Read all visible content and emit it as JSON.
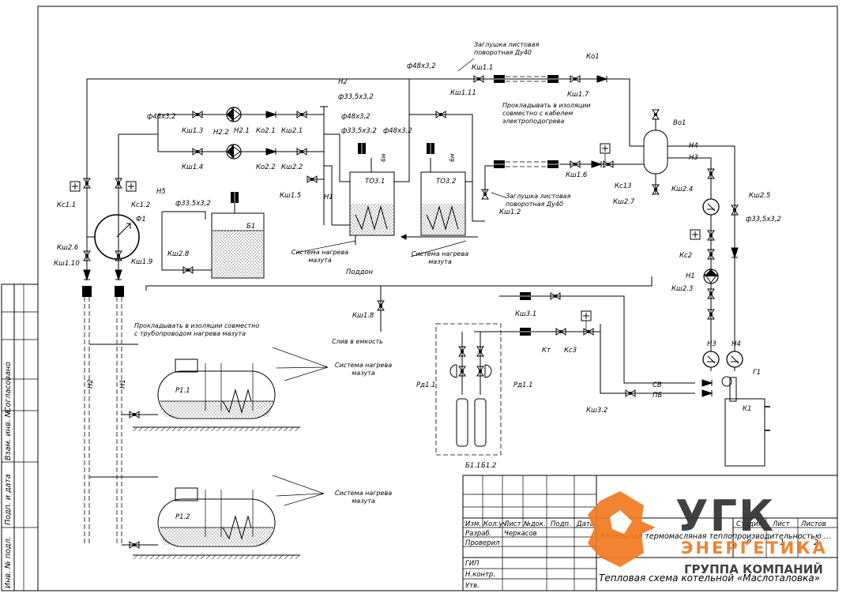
{
  "stamp": {
    "side_labels": [
      "Согласовано",
      "Взам. инв. №",
      "Подп. и дата",
      "Инв. № подл."
    ],
    "rev_headers": [
      "Изм.",
      "Кол.уч.",
      "Лист",
      "№док.",
      "Подп.",
      "Дата"
    ],
    "roles": [
      "Разраб.",
      "Проверил",
      "",
      "ГИП",
      "Н.контр.",
      "Утв."
    ],
    "developer": "Черкасов",
    "object_title": "Котельная термомасляная теплопроизводительностью …",
    "sheet_title": "Тепловая схема котельной «Маслоталовка»",
    "stage_header": "Стадия",
    "sheet_header": "Лист",
    "sheets_header": "Листов",
    "stage": "Р",
    "sheet": "1",
    "sheets": "2"
  },
  "logo": {
    "mark": "УГК",
    "line1": "ЭНЕРГЕТИКА",
    "line2": "ГРУППА КОМПАНИЙ",
    "color": "#f07a22",
    "dark": "#333333"
  },
  "pipes": {
    "p48_top": "ф48х3,2",
    "p48_left": "ф48х3,2",
    "p48_mid": "ф48х3,2",
    "p48_tanks": "ф48х3,2",
    "p335_1": "ф33,5х3,2",
    "p335_2": "ф33,5х3,2",
    "p335_3": "ф33,5х3,2",
    "p335_right": "ф33,5х3,2",
    "n2": "Н2",
    "n2b": "Н2",
    "n1": "Н1",
    "n1b": "Н1",
    "n5": "Н5",
    "n3": "Н3",
    "n4": "Н4",
    "n3b": "Н3",
    "n4b": "Н4",
    "sv": "СВ",
    "pb": "ПБ",
    "bm1": "6м",
    "bm2": "6м"
  },
  "notes": {
    "plug1": "Заглушка листовая поворотная Ду40",
    "plug2": "Заглушка листовая поворотная Ду40",
    "cable": "Прокладывать в изоляции совместно с кабелем электроподогрева",
    "insul": "Прокладывать в изоляции совместно с трубопроводом нагрева мазута",
    "heat1": "Система нагрева мазута",
    "heat2": "Система нагрева мазута",
    "heat3": "Система нагрева мазута",
    "heat4": "Система нагрева мазута",
    "pan": "Поддон",
    "drain": "Слив в емкость"
  },
  "tags": {
    "ksh11": "Кш1.1",
    "ko1": "Ко1",
    "ksh17": "Кш1.7",
    "ksh111": "Кш1.11",
    "ksh13": "Кш1.3",
    "n21": "Н2.1",
    "ko21": "Ко2.1",
    "ksh21": "Кш2.1",
    "n22": "Н2.2",
    "ksh14": "Кш1.4",
    "ko22": "Ко2.2",
    "ksh22": "Кш2.2",
    "ksh15": "Кш1.5",
    "to31": "ТО3.1",
    "to32": "ТО3.2",
    "b1": "Б1",
    "ksh28": "Кш2.8",
    "ksh16": "Кш1.6",
    "ks13": "Кс13",
    "ksh27": "Кш2.7",
    "ksh12": "Кш1.2",
    "vo1": "Во1",
    "ksh24": "Кш2.4",
    "ksh25": "Кш2.5",
    "ks2": "Кс2",
    "h1": "Н1",
    "ksh23": "Кш2.3",
    "ks11": "Кс1.1",
    "ks12": "Кс1.2",
    "f1": "Ф1",
    "ksh26": "Кш2.6",
    "ksh110": "Кш1.10",
    "ksh19": "Кш1.9",
    "ksh18": "Кш1.8",
    "ksh31": "Кш3.1",
    "kt": "Кт",
    "ks3": "Кс3",
    "rd11a": "Рд1.1",
    "rd11b": "Рд1.1",
    "b11": "Б1.1",
    "b12": "Б1.2",
    "ksh32": "Кш3.2",
    "g1": "Г1",
    "k1": "К1",
    "r11": "Р1.1",
    "r12": "Р1.2"
  }
}
